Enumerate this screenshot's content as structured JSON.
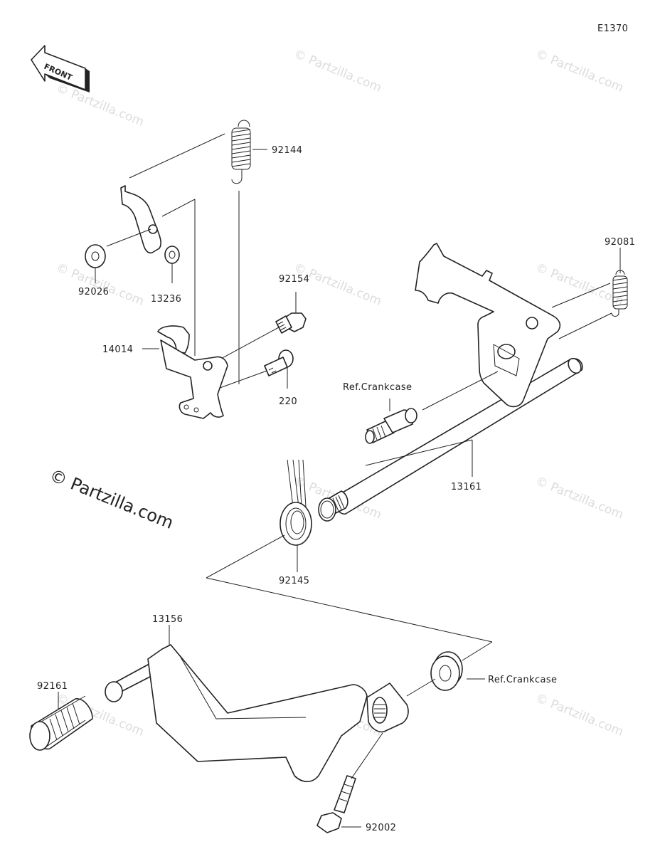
{
  "diagram_code": "E1370",
  "front_label": "FRONT",
  "main_watermark": "© Partzilla.com",
  "tile_watermark": "© Partzilla.com",
  "callouts": {
    "p92144": "92144",
    "p92026": "92026",
    "p13236": "13236",
    "p92154": "92154",
    "p14014": "14014",
    "p220": "220",
    "p92081": "92081",
    "ref_crankcase_upper": "Ref.Crankcase",
    "p13161": "13161",
    "p92145": "92145",
    "p13156": "13156",
    "p92161": "92161",
    "ref_crankcase_lower": "Ref.Crankcase",
    "p92002": "92002"
  }
}
